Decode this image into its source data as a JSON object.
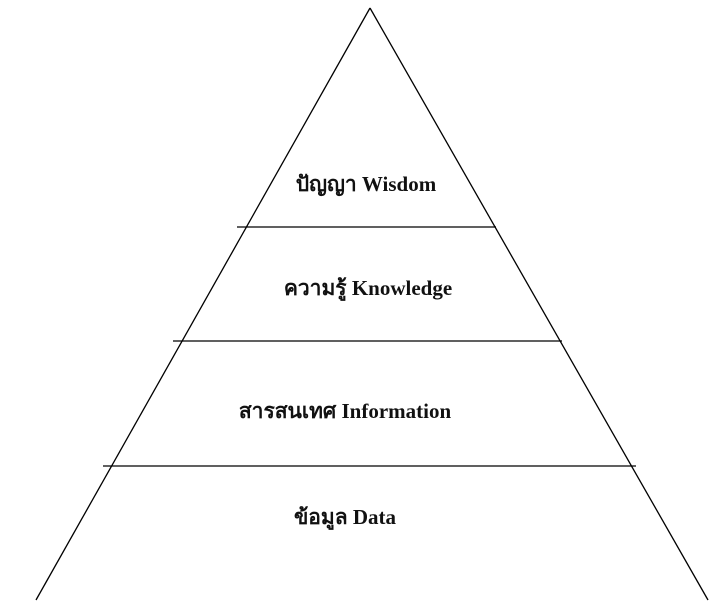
{
  "pyramid": {
    "layers": [
      {
        "id": "wisdom",
        "label": "ปัญญา  Wisdom"
      },
      {
        "id": "knowledge",
        "label": "ความรู้  Knowledge"
      },
      {
        "id": "information",
        "label": "สารสนเทศ  Information"
      },
      {
        "id": "data",
        "label": "ข้อมูล  Data"
      }
    ],
    "line_color": "#000000",
    "text_color": "#111111",
    "background_color": "#ffffff"
  }
}
